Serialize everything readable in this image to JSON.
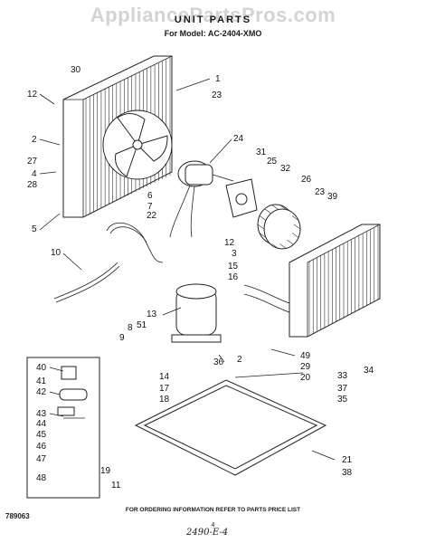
{
  "watermark": "AppliancePartsPros.com",
  "header": {
    "title": "UNIT PARTS",
    "model": "For Model: AC-2404-XMO"
  },
  "footer": {
    "ordering_note": "FOR ORDERING INFORMATION REFER TO PARTS PRICE LIST",
    "diagram_code": "789063",
    "page_number": "4",
    "handwritten_note": "2490-E-4"
  },
  "callouts": {
    "n1": "1",
    "n2a": "2",
    "n2b": "2",
    "n3": "3",
    "n4": "4",
    "n5": "5",
    "n6": "6",
    "n7": "7",
    "n8": "8",
    "n9": "9",
    "n10": "10",
    "n11": "11",
    "n12a": "12",
    "n12b": "12",
    "n13": "13",
    "n14": "14",
    "n15": "15",
    "n16": "16",
    "n17": "17",
    "n18": "18",
    "n19": "19",
    "n20": "20",
    "n21": "21",
    "n22": "22",
    "n23a": "23",
    "n23b": "23",
    "n24": "24",
    "n25": "25",
    "n26": "26",
    "n27": "27",
    "n28": "28",
    "n29": "29",
    "n30": "30",
    "n31": "31",
    "n32": "32",
    "n33": "33",
    "n34": "34",
    "n35": "35",
    "n36": "36",
    "n37": "37",
    "n38": "38",
    "n39": "39",
    "n40": "40",
    "n41": "41",
    "n42": "42",
    "n43": "43",
    "n44": "44",
    "n45": "45",
    "n46": "46",
    "n47": "47",
    "n48": "48",
    "n49": "49",
    "n51": "51"
  }
}
